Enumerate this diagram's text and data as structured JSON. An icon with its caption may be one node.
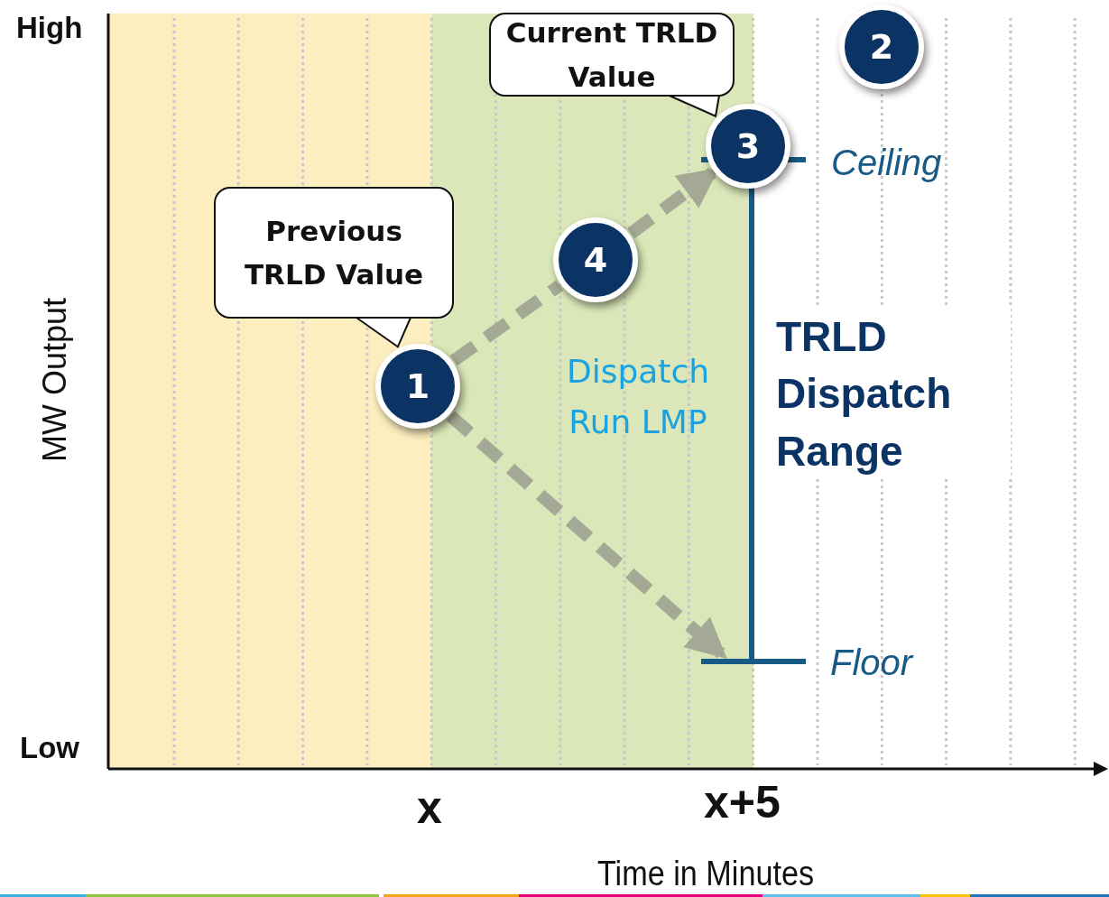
{
  "diagram": {
    "nodes": [
      {
        "text": [
          "Previous TRLD Value"
        ]
      },
      {
        "text": [
          "Current TRLD Value"
        ]
      },
      {
        "text": [
          "1"
        ]
      },
      {
        "text": [
          "2"
        ]
      },
      {
        "text": [
          "3"
        ]
      },
      {
        "text": [
          "4"
        ]
      },
      {
        "text": [],
        "shape": "bar"
      }
    ],
    "edges": [
      {
        "from": 0,
        "to": 2,
        "arrow": "none",
        "color": "#111111"
      },
      {
        "from": 1,
        "to": 4,
        "arrow": "none",
        "color": "#111111"
      },
      {
        "from": 2,
        "to": 5,
        "arrow": "none",
        "style": "dashed",
        "color": "#a3a994"
      },
      {
        "from": 5,
        "to": 4,
        "arrow": "to",
        "style": "dashed",
        "color": "#a3a994"
      },
      {
        "from": 2,
        "to": 6,
        "arrow": "to",
        "style": "dashed",
        "color": "#a3a994"
      }
    ],
    "labels": [
      "High",
      "Ceiling",
      "TRLD Dispatch Range",
      "Dispatch Run LMP",
      "MW Output",
      "Floor",
      "Low",
      "x",
      "x+5",
      "Time in Minutes"
    ]
  }
}
